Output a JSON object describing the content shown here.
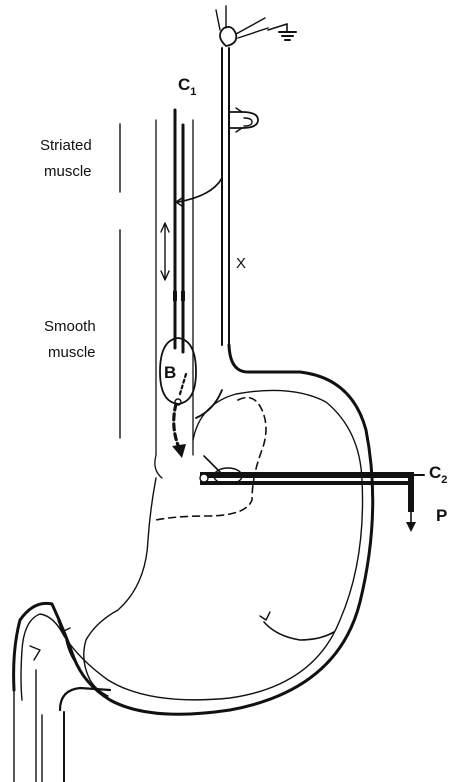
{
  "labels": {
    "c1_main": "C",
    "c1_sub": "1",
    "c2_main": "C",
    "c2_sub": "2",
    "striated_line1": "Striated",
    "striated_line2": "muscle",
    "smooth_line1": "Smooth",
    "smooth_line2": "muscle",
    "vagus": "X",
    "balloon": "B",
    "pressure": "P"
  }
}
